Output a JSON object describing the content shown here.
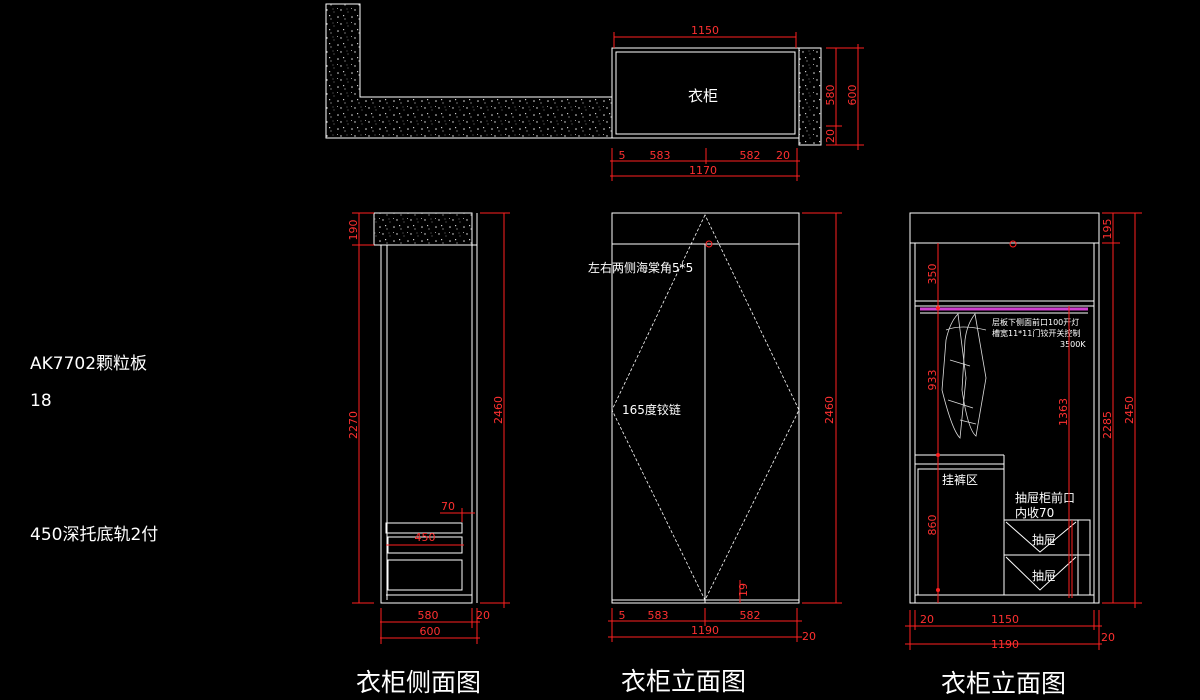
{
  "plan": {
    "room_label": "衣柜",
    "dim_width_top": "1150",
    "dim_depth_580": "580",
    "dim_depth_600": "600",
    "dim_depth_20": "20",
    "dim_b5": "5",
    "dim_b583": "583",
    "dim_b582": "582",
    "dim_b20": "20",
    "dim_total": "1170"
  },
  "notes": {
    "material": "AK7702颗粒板",
    "thickness": "18",
    "rail": "450深托底轨2付"
  },
  "side_view": {
    "title": "衣柜侧面图",
    "dim_top": "190",
    "dim_inner_height": "2270",
    "dim_total_height": "2460",
    "dim_70": "70",
    "dim_drawer_450": "450",
    "dim_580": "580",
    "dim_20": "20",
    "dim_600": "600"
  },
  "front_view": {
    "title": "衣柜立面图",
    "note_top": "左右两侧海棠角5*5",
    "note_mid": "165度铰链",
    "dim_height": "2460",
    "dim_19": "19",
    "dim_5": "5",
    "dim_583": "583",
    "dim_582": "582",
    "dim_1190": "1190",
    "dim_20": "20"
  },
  "interior_view": {
    "title": "衣柜立面图",
    "dim_195": "195",
    "dim_350": "350",
    "dim_933": "933",
    "dim_1363": "1363",
    "dim_860": "860",
    "dim_2285": "2285",
    "dim_2450": "2450",
    "dim_20_left": "20",
    "dim_1150": "1150",
    "dim_1190": "1190",
    "dim_20_right": "20",
    "led_note_1": "层板下侧面前口100开灯",
    "led_note_2": "槽宽11*11门铰开关控制",
    "led_note_3": "3500K",
    "pants_zone": "挂裤区",
    "drawer_note_1": "抽屉柜前口",
    "drawer_note_2": "内收70",
    "drawer_1": "抽屉",
    "drawer_2": "抽屉"
  }
}
